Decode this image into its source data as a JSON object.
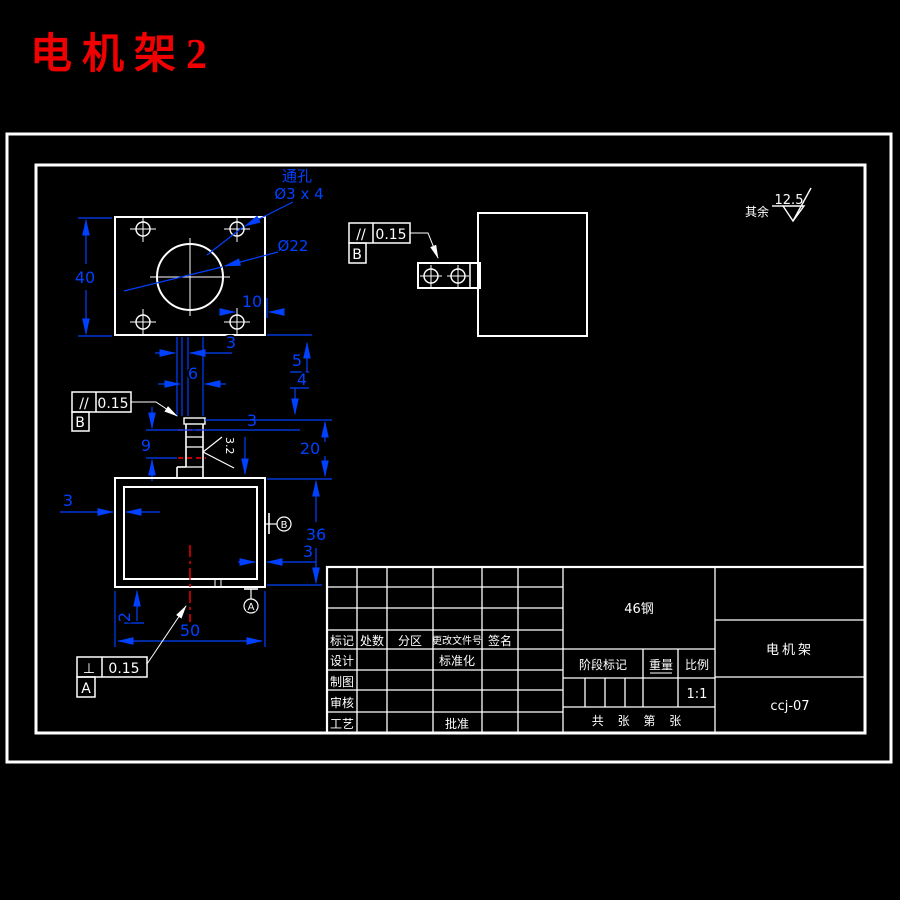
{
  "title": "电机架2",
  "colors": {
    "background": "#000000",
    "line": "#ffffff",
    "dimension": "#0040ff",
    "centerline": "#ff0000",
    "title_text": "#f00000"
  },
  "general_note": {
    "prefix": "其余",
    "roughness": "12.5"
  },
  "top_view": {
    "hole_label": "通孔",
    "hole_spec": "Ø3 x 4",
    "bore_diameter": "Ø22",
    "dims": {
      "height": "40",
      "hole_to_edge": "10"
    }
  },
  "front_view": {
    "dims": {
      "foot": "3",
      "rib_width": "6",
      "step": "5",
      "ledge": "4",
      "hole_span": "9",
      "wall": "3",
      "rib_height": "20"
    },
    "roughness": "3.2"
  },
  "bottom_view": {
    "dims": {
      "left_wall": "3",
      "height": "36",
      "right_wall": "3",
      "bottom_wall": "2",
      "width": "50"
    }
  },
  "gdt": {
    "parallel_upper": {
      "symbol": "//",
      "tolerance": "0.15",
      "datum": "B"
    },
    "parallel_front": {
      "symbol": "//",
      "tolerance": "0.15",
      "datum": "B"
    },
    "perpendicular_bottom": {
      "symbol": "⊥",
      "tolerance": "0.15",
      "datum": "A"
    },
    "datum_a": "A",
    "datum_b": "B"
  },
  "title_block": {
    "material": "46钢",
    "part_name": "电机架",
    "drawing_number": "ccj-07",
    "scale_value": "1:1",
    "sheet_note": "共 张 第 张",
    "labels": {
      "mark": "标记",
      "count": "处数",
      "zone": "分区",
      "change_file_no": "更改文件号",
      "signature": "签名",
      "design": "设计",
      "standardization": "标准化",
      "drafting": "制图",
      "review": "审核",
      "process": "工艺",
      "approve": "批准",
      "stage_mark": "阶段标记",
      "weight": "重量",
      "scale": "比例"
    }
  }
}
